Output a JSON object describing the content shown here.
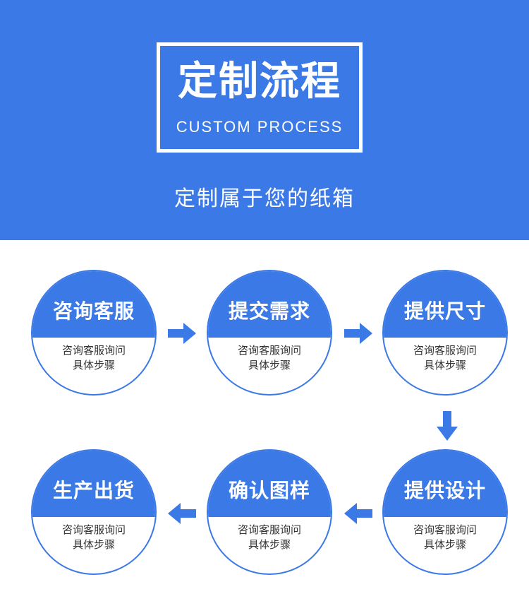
{
  "header": {
    "title_cn": "定制流程",
    "title_en": "CUSTOM PROCESS",
    "subtitle": "定制属于您的纸箱"
  },
  "colors": {
    "brand_blue": "#3a79e6",
    "text_gray": "#333333"
  },
  "steps": [
    {
      "title": "咨询客服",
      "desc": "咨询客服询问具体步骤"
    },
    {
      "title": "提交需求",
      "desc": "咨询客服询问具体步骤"
    },
    {
      "title": "提供尺寸",
      "desc": "咨询客服询问具体步骤"
    },
    {
      "title": "提供设计",
      "desc": "咨询客服询问具体步骤"
    },
    {
      "title": "确认图样",
      "desc": "咨询客服询问具体步骤"
    },
    {
      "title": "生产出货",
      "desc": "咨询客服询问具体步骤"
    }
  ],
  "arrows": [
    {
      "icon": "arrow-right-icon"
    },
    {
      "icon": "arrow-right-icon"
    },
    {
      "icon": "arrow-down-icon"
    },
    {
      "icon": "arrow-left-icon"
    },
    {
      "icon": "arrow-left-icon"
    }
  ]
}
